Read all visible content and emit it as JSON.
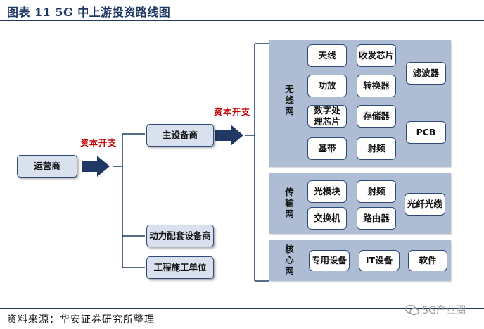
{
  "title": "图表 11 5G 中上游投资路线图",
  "source": "资料来源：华安证券研究所整理",
  "watermark": "5G产业圈",
  "nodes": {
    "operator": "运营商",
    "main_equipment": "主设备商",
    "power_equipment": "动力配套设备商",
    "engineering": "工程施工单位"
  },
  "capex_labels": [
    "资本开支",
    "资本开支"
  ],
  "groups": {
    "wireless": {
      "label": "无线网",
      "items": [
        "天线",
        "收发芯片",
        "功放",
        "转换器",
        "数字处理芯片",
        "存储器",
        "基带",
        "射频",
        "滤波器",
        "PCB"
      ]
    },
    "transport": {
      "label": "传输网",
      "items": [
        "光模块",
        "射频",
        "交换机",
        "路由器",
        "光纤光缆"
      ]
    },
    "core": {
      "label": "核心网",
      "items": [
        "专用设备",
        "IT设备",
        "软件"
      ]
    }
  },
  "colors": {
    "title": "#1f3864",
    "accent_red": "#c00000",
    "panel": "#aebdd4",
    "node": "#d9e1ef",
    "arrow": "#1f3864"
  }
}
